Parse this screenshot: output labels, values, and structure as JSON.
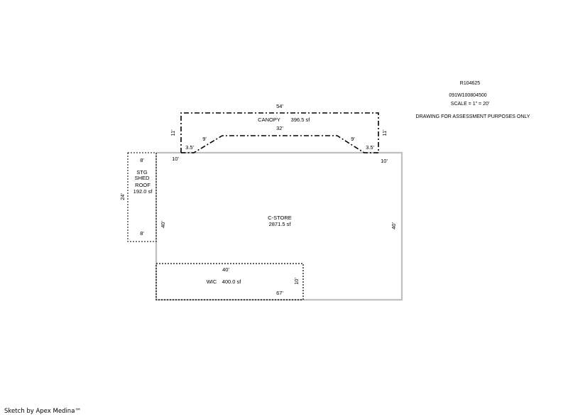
{
  "header": {
    "parcel_id": "R104625",
    "account_no": "091W100804500",
    "scale": "SCALE = 1\" = 20'",
    "purpose": "DRAWING FOR ASSESSMENT PURPOSES ONLY"
  },
  "canopy": {
    "name": "CANOPY",
    "area": "396.5 sf",
    "dim_top": "54'",
    "dim_inner_top": "32'",
    "dim_left_side": "11'",
    "dim_right_side": "11'",
    "dim_left_diag": "9'",
    "dim_right_diag": "9'",
    "dim_left_step": "3.5'",
    "dim_right_step": "3.5'"
  },
  "store": {
    "name": "C-STORE",
    "area": "2871.5 sf",
    "dim_left": "40'",
    "dim_right": "40'",
    "dim_top_left": "10'",
    "dim_top_right": "10'",
    "dim_bottom": "67'"
  },
  "shed": {
    "name_line1": "STG",
    "name_line2": "SHED",
    "name_line3": "ROOF",
    "area": "192.0 sf",
    "dim_top": "8'",
    "dim_bottom": "8'",
    "dim_side": "24'"
  },
  "wic": {
    "name": "WIC",
    "area": "400.0 sf",
    "dim_top": "40'",
    "dim_side": "10'"
  },
  "footer": {
    "credit": "Sketch by Apex Medina™"
  }
}
